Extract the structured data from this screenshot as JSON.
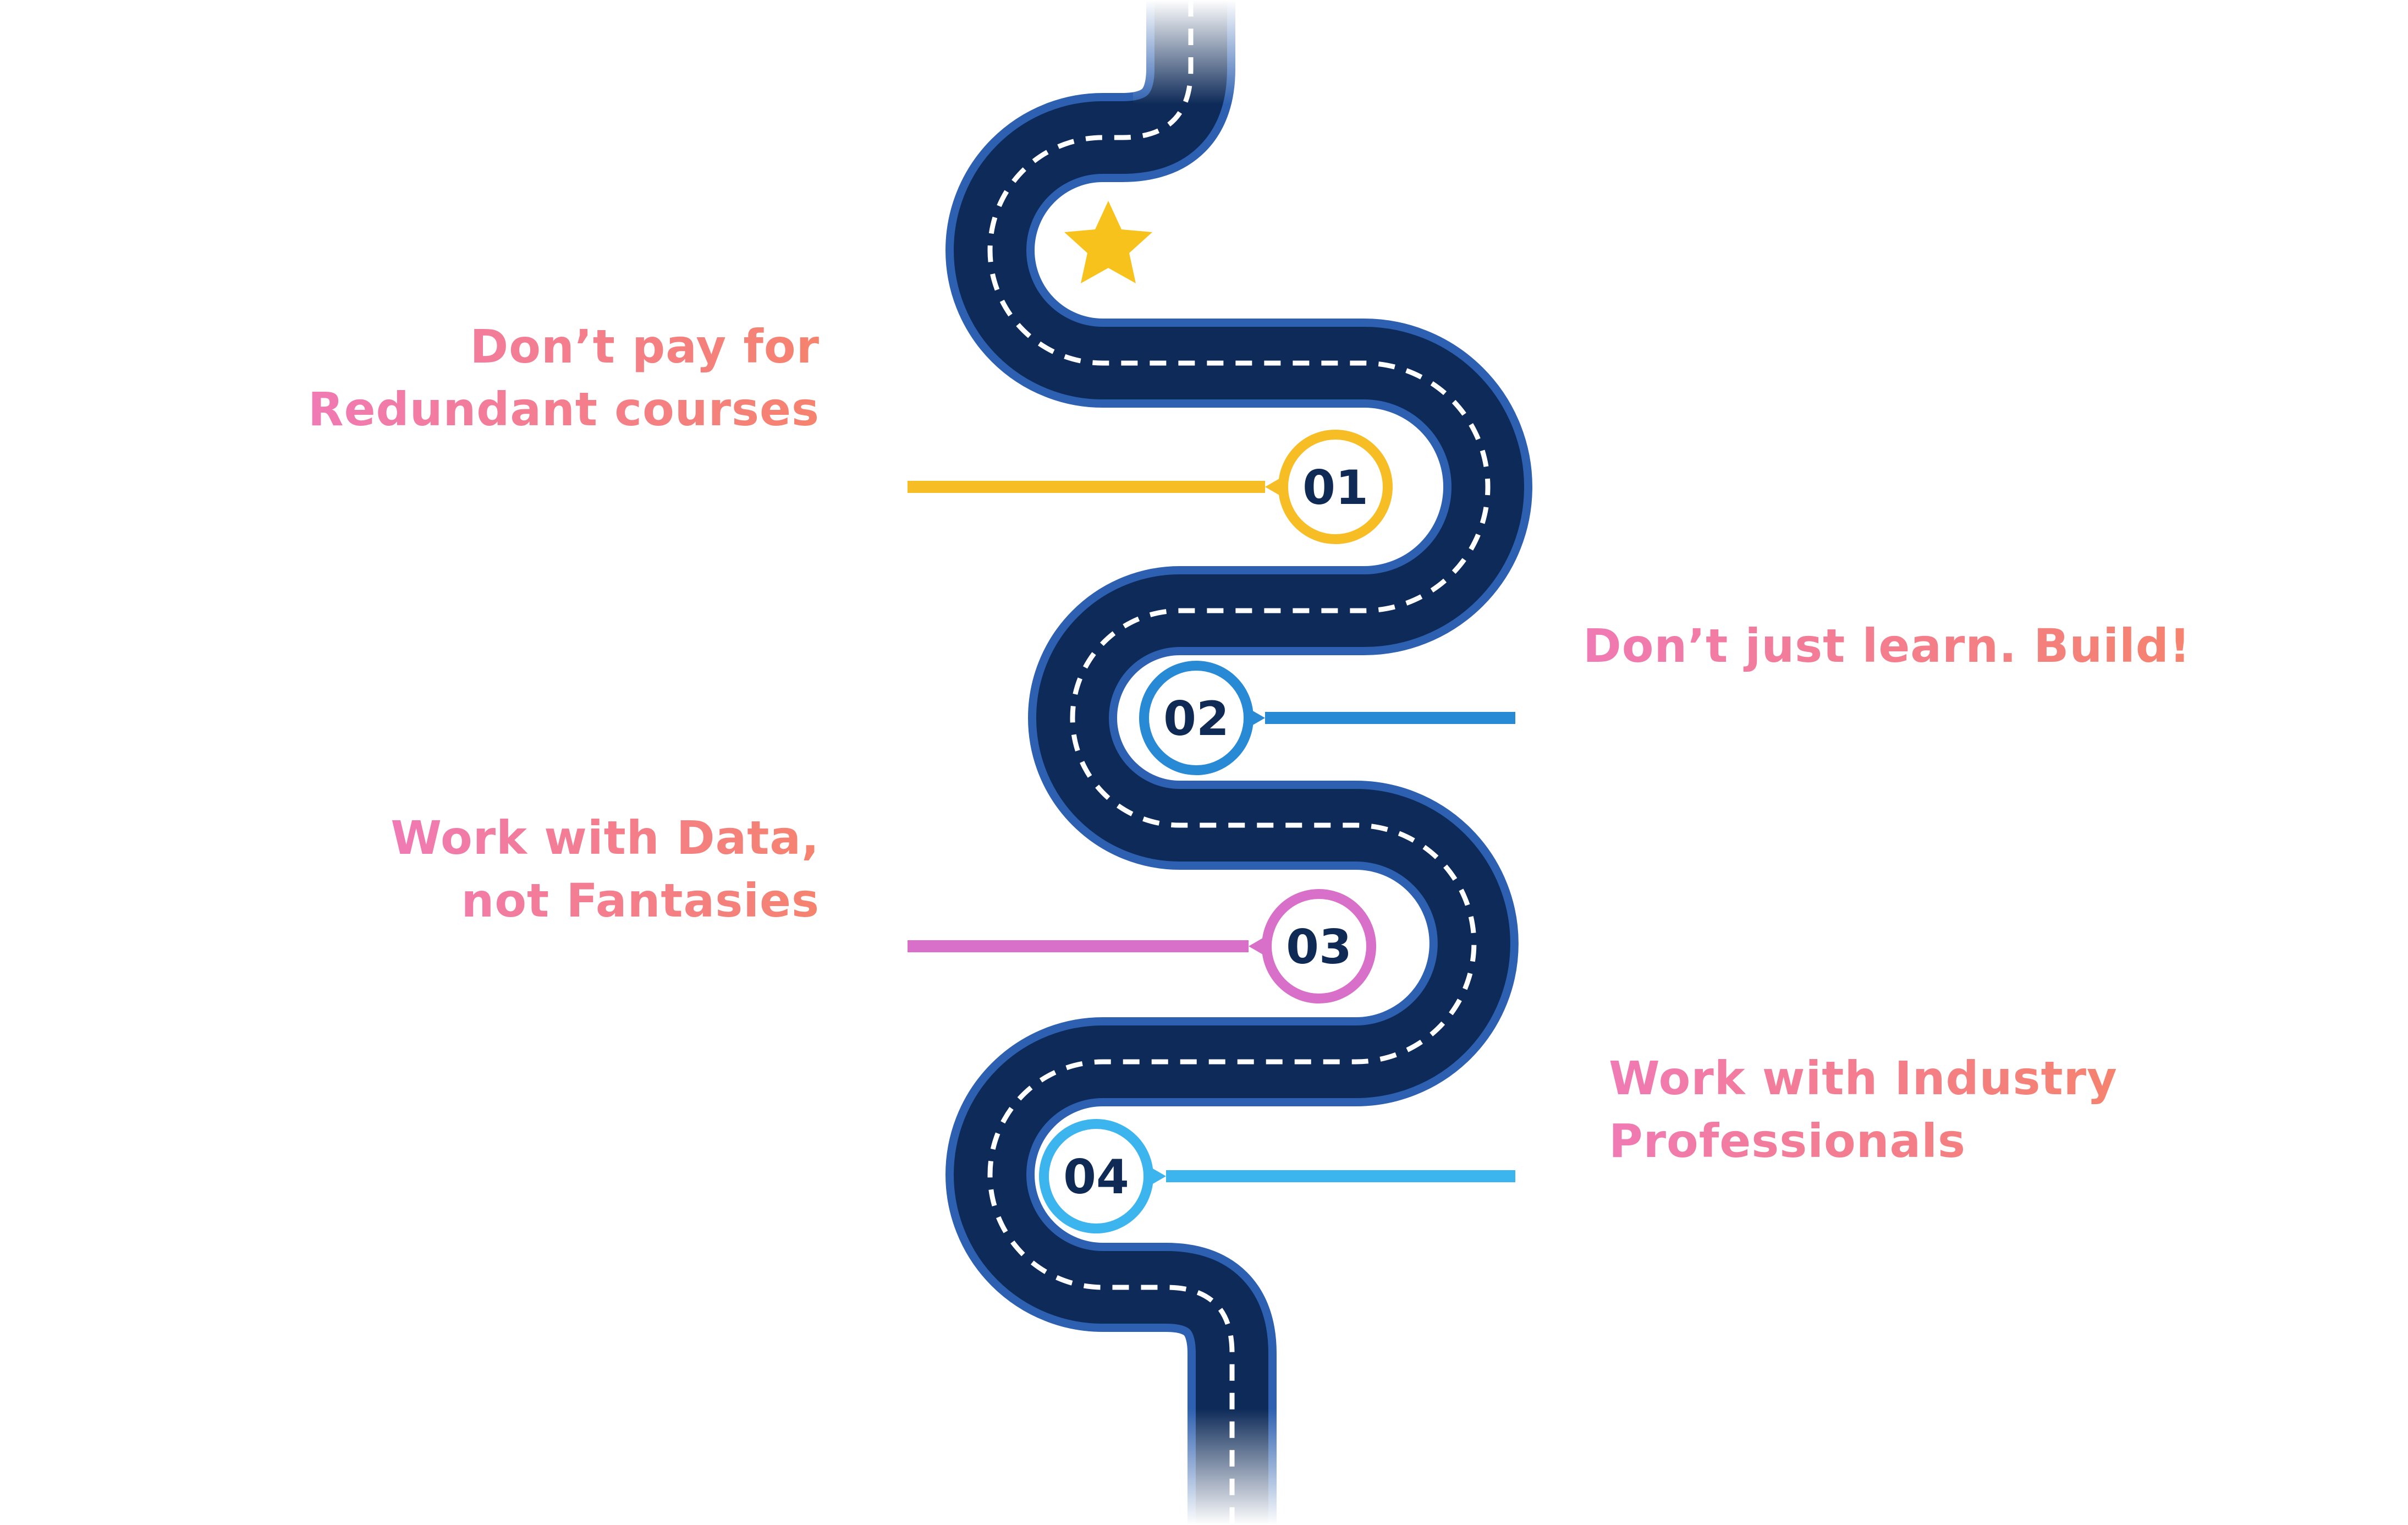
{
  "colors": {
    "road_fill": "#0d2a58",
    "road_border": "#2d60b0",
    "dash": "#ffffff",
    "star": "#f7c21b",
    "label_gradient_start": "#f07ab4",
    "label_gradient_end": "#f5836e",
    "number_text": "#0f2a55"
  },
  "start_marker": {
    "icon": "star-icon"
  },
  "milestones": [
    {
      "number": "01",
      "side": "left",
      "color": "#f6bd25",
      "lines": [
        "Don’t pay for",
        "Redundant courses"
      ]
    },
    {
      "number": "02",
      "side": "right",
      "color": "#2889d5",
      "lines": [
        "Don’t just learn. Build!"
      ]
    },
    {
      "number": "03",
      "side": "left",
      "color": "#d86fc8",
      "lines": [
        "Work with Data,",
        "not Fantasies"
      ]
    },
    {
      "number": "04",
      "side": "right",
      "color": "#3cb4ee",
      "lines": [
        "Work with Industry",
        "Professionals"
      ]
    }
  ]
}
